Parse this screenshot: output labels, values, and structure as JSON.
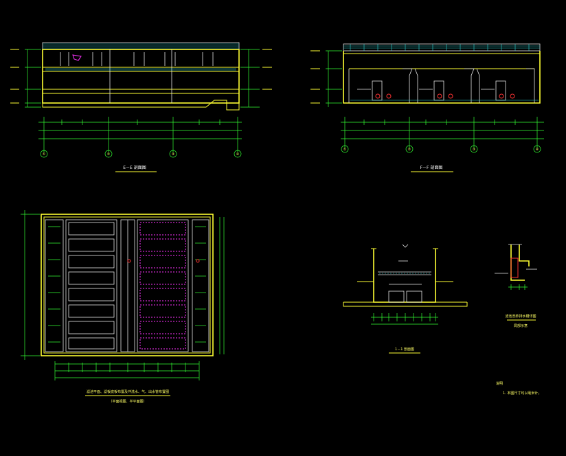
{
  "drawing": {
    "background": "#000000",
    "colors": {
      "outline": "#ffff33",
      "dimension": "#33ff33",
      "detail": "#e6e6e6",
      "annotation": "#ff33ff",
      "pipe": "#ff3333",
      "hatch": "#33dddd"
    },
    "views": [
      {
        "id": "section-e",
        "title": "E－E 剖面图",
        "axes": [
          "①",
          "②",
          "③",
          "④"
        ]
      },
      {
        "id": "section-f",
        "title": "F－F 剖面图",
        "axes": [
          "①",
          "②",
          "③",
          "④"
        ]
      },
      {
        "id": "plan",
        "title": "滤池平面、滤板底板布置及冲洗水、气、出水管布置图",
        "subtitle": "（半面视图、半平面图）"
      },
      {
        "id": "section-1",
        "title": "1－1 剖面图"
      },
      {
        "id": "detail",
        "title": "滤池洗砂排水槽详图",
        "subtitle": "局部示意"
      }
    ],
    "note": {
      "heading": "说明",
      "line": "1. 本图尺寸均以毫米计。"
    }
  }
}
